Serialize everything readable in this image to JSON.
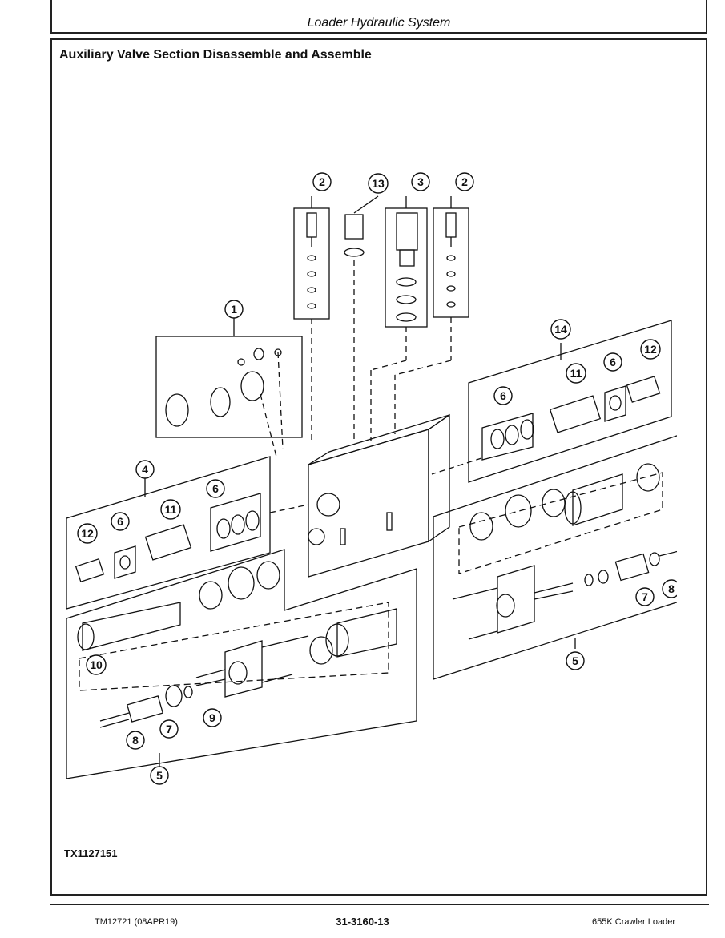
{
  "header": {
    "running_title": "Loader Hydraulic System"
  },
  "section": {
    "title": "Auxiliary Valve Section Disassemble and Assemble"
  },
  "figure": {
    "id": "TX1127151",
    "callouts": [
      "2",
      "13",
      "3",
      "2",
      "1",
      "14",
      "12",
      "11",
      "6",
      "6",
      "4",
      "6",
      "11",
      "12",
      "6",
      "10",
      "7",
      "8",
      "9",
      "7",
      "8",
      "5",
      "5"
    ]
  },
  "footer": {
    "doc_code": "TM12721 (08APR19)",
    "page_number": "31-3160-13",
    "product": "655K Crawler Loader"
  }
}
